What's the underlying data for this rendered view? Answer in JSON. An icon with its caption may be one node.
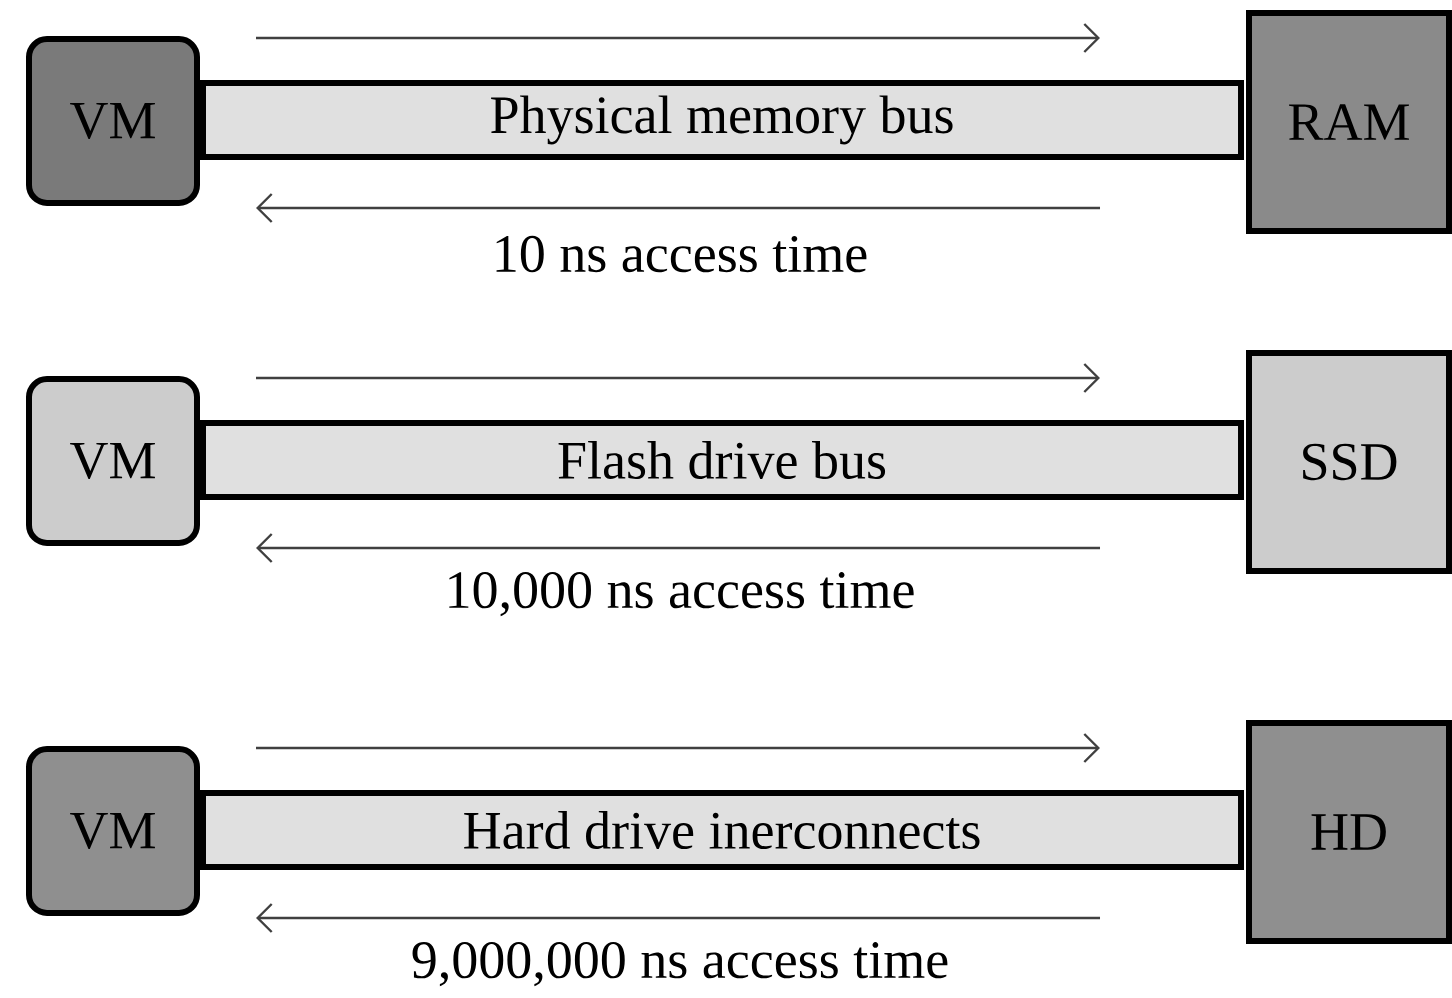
{
  "diagram": {
    "nodes": [
      {
        "text": [
          "VM"
        ]
      },
      {
        "text": [
          "Physical memory bus"
        ]
      },
      {
        "text": [
          "RAM"
        ]
      },
      {
        "text": [
          "VM"
        ]
      },
      {
        "text": [
          "Flash drive bus"
        ]
      },
      {
        "text": [
          "SSD"
        ]
      },
      {
        "text": [
          "VM"
        ]
      },
      {
        "text": [
          "Hard drive inerconnects"
        ]
      },
      {
        "text": [
          "HD"
        ]
      }
    ],
    "labels": [
      "10 ns access time",
      "10,000 ns access time",
      "9,000,000 ns access time"
    ]
  }
}
